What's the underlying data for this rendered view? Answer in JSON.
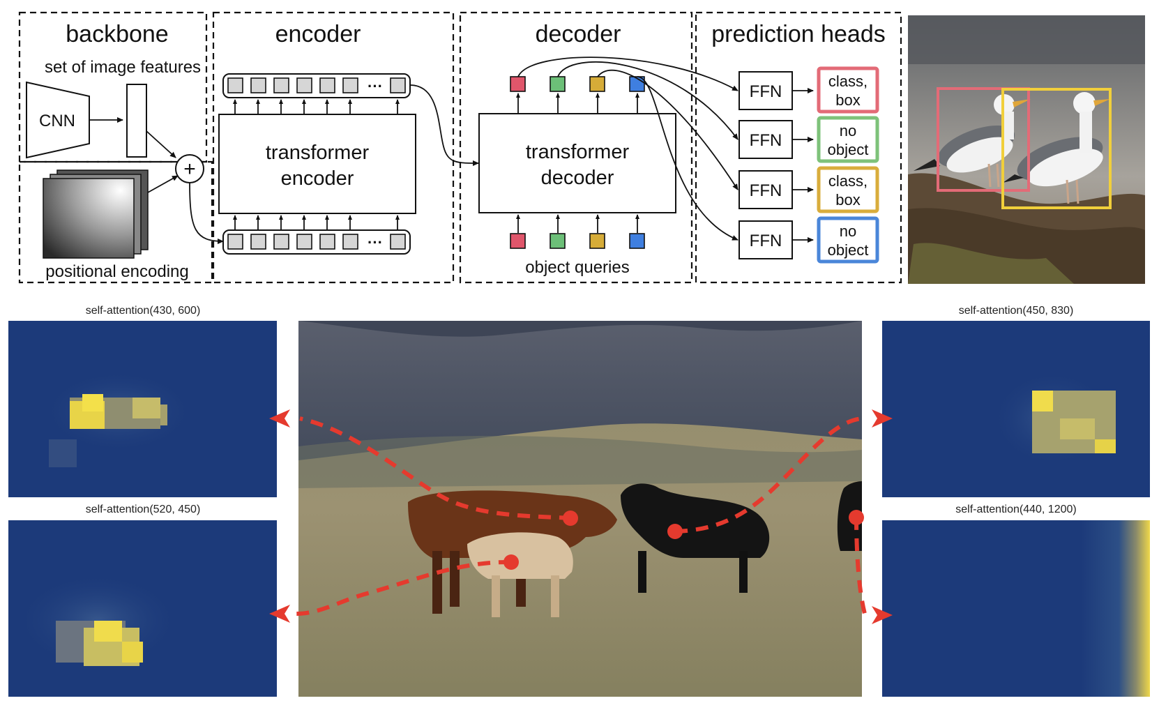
{
  "sections": {
    "backbone": "backbone",
    "encoder": "encoder",
    "decoder": "decoder",
    "prediction_heads": "prediction heads"
  },
  "labels": {
    "set_of_image_features": "set of image features",
    "cnn": "CNN",
    "plus": "+",
    "positional_encoding": "positional encoding",
    "transformer_encoder_line1": "transformer",
    "transformer_encoder_line2": "encoder",
    "transformer_decoder_line1": "transformer",
    "transformer_decoder_line2": "decoder",
    "ellipsis": "···",
    "object_queries": "object queries"
  },
  "query_colors": [
    "#e0566b",
    "#6cbf78",
    "#d6ac38",
    "#3f7fe0"
  ],
  "heads": [
    {
      "ffn": "FFN",
      "line1": "class,",
      "line2": "box",
      "color": "#e36b77"
    },
    {
      "ffn": "FFN",
      "line1": "no",
      "line2": "object",
      "color": "#7ec27a"
    },
    {
      "ffn": "FFN",
      "line1": "class,",
      "line2": "box",
      "color": "#d9ad3c"
    },
    {
      "ffn": "FFN",
      "line1": "no",
      "line2": "object",
      "color": "#4a86d9"
    }
  ],
  "attention_maps": [
    {
      "caption": "self-attention(430, 600)"
    },
    {
      "caption": "self-attention(520, 450)"
    },
    {
      "caption": "self-attention(450, 830)"
    },
    {
      "caption": "self-attention(440, 1200)"
    }
  ],
  "photo_boxes": {
    "left_color": "#e36b77",
    "right_color": "#f1cf3b"
  },
  "pointer_color": "#e53a2e"
}
